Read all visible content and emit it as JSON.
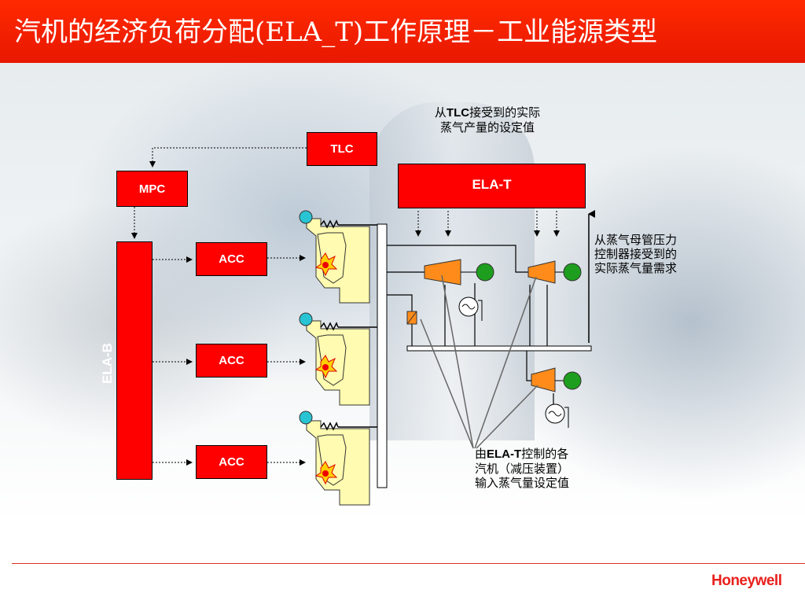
{
  "header": {
    "title": "汽机的经济负荷分配(ELA_T)工作原理－工业能源类型"
  },
  "diagram": {
    "tlc_label": "TLC",
    "mpc_label": "MPC",
    "ela_t_label": "ELA-T",
    "ela_b_label": "ELA-B",
    "acc_labels": [
      "ACC",
      "ACC",
      "ACC"
    ],
    "notes": {
      "tlc_setpoint": {
        "prefix": "从",
        "bold": "TLC",
        "rest": "接受到的实际",
        "line2": "蒸气产量的设定值"
      },
      "header_pressure": {
        "line1": "从蒸气母管压力",
        "line2": "控制器接受到的",
        "line3": "实际蒸气量需求"
      },
      "turbine_inputs": {
        "prefix": "由",
        "bold": "ELA-T",
        "rest": "控制的各",
        "line2": "汽机（减压装置）",
        "line3": "输入蒸气量设定值"
      }
    }
  },
  "footer": {
    "logo": "Honeywell"
  },
  "colors": {
    "header_red": "#ff2a00",
    "box_red": "#ff0000",
    "turbine_orange": "#ff8c1a",
    "generator_green": "#1e9e1e",
    "boiler_cream": "#fffbb0",
    "logo_red": "#e8201c"
  }
}
